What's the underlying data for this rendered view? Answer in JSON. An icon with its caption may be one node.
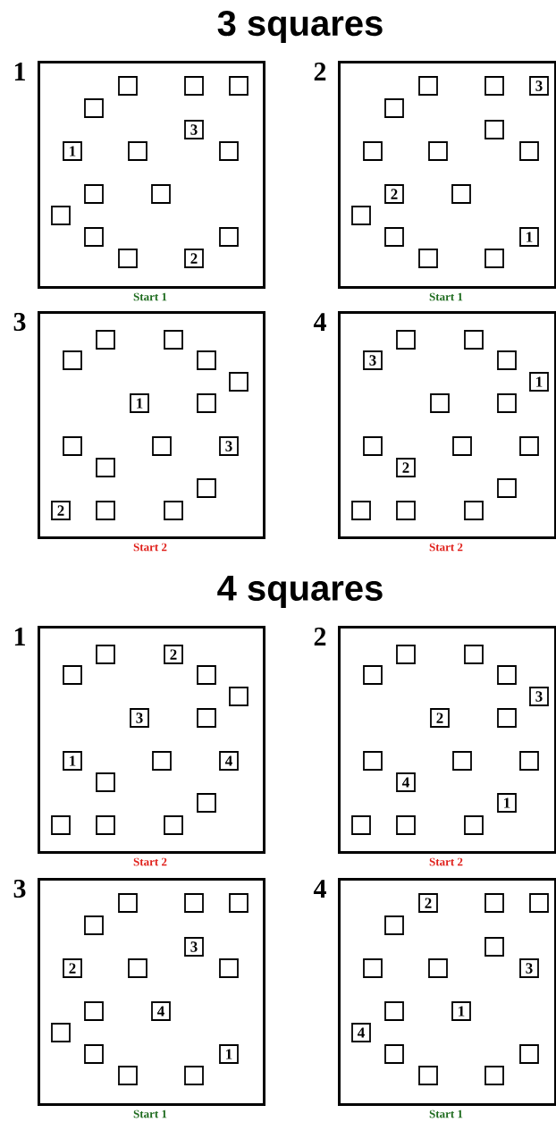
{
  "diagram": {
    "labels": [
      "3 squares",
      "4 squares"
    ],
    "nodes": [
      {
        "text": [],
        "shape": "box",
        "beside": [
          "1",
          "Start 1"
        ]
      },
      {
        "text": [],
        "shape": "box",
        "in": 0
      },
      {
        "text": [],
        "shape": "box",
        "in": 0
      },
      {
        "text": [],
        "shape": "box",
        "in": 0
      },
      {
        "text": [],
        "shape": "box",
        "in": 0
      },
      {
        "text": [
          "3"
        ],
        "in": 0
      },
      {
        "text": [
          "1"
        ],
        "in": 0
      },
      {
        "text": [],
        "shape": "box",
        "in": 0
      },
      {
        "text": [],
        "shape": "box",
        "in": 0
      },
      {
        "text": [],
        "shape": "box",
        "in": 0
      },
      {
        "text": [],
        "shape": "box",
        "in": 0
      },
      {
        "text": [],
        "shape": "box",
        "in": 0
      },
      {
        "text": [],
        "shape": "box",
        "in": 0
      },
      {
        "text": [],
        "shape": "box",
        "in": 0
      },
      {
        "text": [],
        "shape": "box",
        "in": 0
      },
      {
        "text": [
          "2"
        ],
        "in": 0
      },
      {
        "text": [],
        "shape": "box",
        "beside": [
          "2",
          "Start 1"
        ]
      },
      {
        "text": [],
        "shape": "box",
        "in": 16
      },
      {
        "text": [],
        "shape": "box",
        "in": 16
      },
      {
        "text": [
          "3"
        ],
        "in": 16
      },
      {
        "text": [],
        "shape": "box",
        "in": 16
      },
      {
        "text": [],
        "shape": "box",
        "in": 16
      },
      {
        "text": [],
        "shape": "box",
        "in": 16
      },
      {
        "text": [],
        "shape": "box",
        "in": 16
      },
      {
        "text": [],
        "shape": "box",
        "in": 16
      },
      {
        "text": [
          "2"
        ],
        "in": 16
      },
      {
        "text": [],
        "shape": "box",
        "in": 16
      },
      {
        "text": [],
        "shape": "box",
        "in": 16
      },
      {
        "text": [],
        "shape": "box",
        "in": 16
      },
      {
        "text": [
          "1"
        ],
        "in": 16
      },
      {
        "text": [],
        "shape": "box",
        "in": 16
      },
      {
        "text": [],
        "shape": "box",
        "in": 16
      },
      {
        "text": [],
        "shape": "box",
        "beside": [
          "3",
          "Start 2"
        ]
      },
      {
        "text": [],
        "shape": "box",
        "in": 32
      },
      {
        "text": [],
        "shape": "box",
        "in": 32
      },
      {
        "text": [],
        "shape": "box",
        "in": 32
      },
      {
        "text": [],
        "shape": "box",
        "in": 32
      },
      {
        "text": [],
        "shape": "box",
        "in": 32
      },
      {
        "text": [
          "1"
        ],
        "in": 32
      },
      {
        "text": [],
        "shape": "box",
        "in": 32
      },
      {
        "text": [],
        "shape": "box",
        "in": 32
      },
      {
        "text": [],
        "shape": "box",
        "in": 32
      },
      {
        "text": [
          "3"
        ],
        "in": 32
      },
      {
        "text": [],
        "shape": "box",
        "in": 32
      },
      {
        "text": [],
        "shape": "box",
        "in": 32
      },
      {
        "text": [
          "2"
        ],
        "in": 32
      },
      {
        "text": [],
        "shape": "box",
        "in": 32
      },
      {
        "text": [],
        "shape": "box",
        "in": 32
      },
      {
        "text": [],
        "shape": "box",
        "beside": [
          "4",
          "Start 2"
        ]
      },
      {
        "text": [],
        "shape": "box",
        "in": 48
      },
      {
        "text": [],
        "shape": "box",
        "in": 48
      },
      {
        "text": [
          "3"
        ],
        "in": 48
      },
      {
        "text": [],
        "shape": "box",
        "in": 48
      },
      {
        "text": [
          "1"
        ],
        "in": 48
      },
      {
        "text": [],
        "shape": "box",
        "in": 48
      },
      {
        "text": [],
        "shape": "box",
        "in": 48
      },
      {
        "text": [],
        "shape": "box",
        "in": 48
      },
      {
        "text": [],
        "shape": "box",
        "in": 48
      },
      {
        "text": [],
        "shape": "box",
        "in": 48
      },
      {
        "text": [
          "2"
        ],
        "in": 48
      },
      {
        "text": [],
        "shape": "box",
        "in": 48
      },
      {
        "text": [],
        "shape": "box",
        "in": 48
      },
      {
        "text": [],
        "shape": "box",
        "in": 48
      },
      {
        "text": [],
        "shape": "box",
        "in": 48
      },
      {
        "text": [],
        "shape": "box",
        "beside": [
          "1",
          "Start 2"
        ]
      },
      {
        "text": [],
        "shape": "box",
        "in": 64
      },
      {
        "text": [
          "2"
        ],
        "in": 64
      },
      {
        "text": [],
        "shape": "box",
        "in": 64
      },
      {
        "text": [],
        "shape": "box",
        "in": 64
      },
      {
        "text": [],
        "shape": "box",
        "in": 64
      },
      {
        "text": [
          "3"
        ],
        "in": 64
      },
      {
        "text": [],
        "shape": "box",
        "in": 64
      },
      {
        "text": [
          "1"
        ],
        "in": 64
      },
      {
        "text": [],
        "shape": "box",
        "in": 64
      },
      {
        "text": [
          "4"
        ],
        "in": 64
      },
      {
        "text": [],
        "shape": "box",
        "in": 64
      },
      {
        "text": [],
        "shape": "box",
        "in": 64
      },
      {
        "text": [],
        "shape": "box",
        "in": 64
      },
      {
        "text": [],
        "shape": "box",
        "in": 64
      },
      {
        "text": [],
        "shape": "box",
        "in": 64
      },
      {
        "text": [],
        "shape": "box",
        "beside": [
          "2",
          "Start 2"
        ]
      },
      {
        "text": [],
        "shape": "box",
        "in": 80
      },
      {
        "text": [],
        "shape": "box",
        "in": 80
      },
      {
        "text": [],
        "shape": "box",
        "in": 80
      },
      {
        "text": [],
        "shape": "box",
        "in": 80
      },
      {
        "text": [
          "3"
        ],
        "in": 80
      },
      {
        "text": [
          "2"
        ],
        "in": 80
      },
      {
        "text": [],
        "shape": "box",
        "in": 80
      },
      {
        "text": [],
        "shape": "box",
        "in": 80
      },
      {
        "text": [],
        "shape": "box",
        "in": 80
      },
      {
        "text": [],
        "shape": "box",
        "in": 80
      },
      {
        "text": [
          "4"
        ],
        "in": 80
      },
      {
        "text": [
          "1"
        ],
        "in": 80
      },
      {
        "text": [],
        "shape": "box",
        "in": 80
      },
      {
        "text": [],
        "shape": "box",
        "in": 80
      },
      {
        "text": [],
        "shape": "box",
        "in": 80
      },
      {
        "text": [],
        "shape": "box",
        "beside": [
          "3",
          "Start 1"
        ]
      },
      {
        "text": [],
        "shape": "box",
        "in": 96
      },
      {
        "text": [],
        "shape": "box",
        "in": 96
      },
      {
        "text": [],
        "shape": "box",
        "in": 96
      },
      {
        "text": [],
        "shape": "box",
        "in": 96
      },
      {
        "text": [
          "3"
        ],
        "in": 96
      },
      {
        "text": [
          "2"
        ],
        "in": 96
      },
      {
        "text": [],
        "shape": "box",
        "in": 96
      },
      {
        "text": [],
        "shape": "box",
        "in": 96
      },
      {
        "text": [],
        "shape": "box",
        "in": 96
      },
      {
        "text": [
          "4"
        ],
        "in": 96
      },
      {
        "text": [],
        "shape": "box",
        "in": 96
      },
      {
        "text": [],
        "shape": "box",
        "in": 96
      },
      {
        "text": [
          "1"
        ],
        "in": 96
      },
      {
        "text": [],
        "shape": "box",
        "in": 96
      },
      {
        "text": [],
        "shape": "box",
        "in": 96
      },
      {
        "text": [],
        "shape": "box",
        "beside": [
          "4",
          "Start 1"
        ]
      },
      {
        "text": [
          "2"
        ],
        "in": 112
      },
      {
        "text": [],
        "shape": "box",
        "in": 112
      },
      {
        "text": [],
        "shape": "box",
        "in": 112
      },
      {
        "text": [],
        "shape": "box",
        "in": 112
      },
      {
        "text": [],
        "shape": "box",
        "in": 112
      },
      {
        "text": [],
        "shape": "box",
        "in": 112
      },
      {
        "text": [],
        "shape": "box",
        "in": 112
      },
      {
        "text": [
          "3"
        ],
        "in": 112
      },
      {
        "text": [],
        "shape": "box",
        "in": 112
      },
      {
        "text": [
          "1"
        ],
        "in": 112
      },
      {
        "text": [
          "4"
        ],
        "in": 112
      },
      {
        "text": [],
        "shape": "box",
        "in": 112
      },
      {
        "text": [],
        "shape": "box",
        "in": 112
      },
      {
        "text": [],
        "shape": "box",
        "in": 112
      },
      {
        "text": [],
        "shape": "box",
        "in": 112
      }
    ]
  }
}
